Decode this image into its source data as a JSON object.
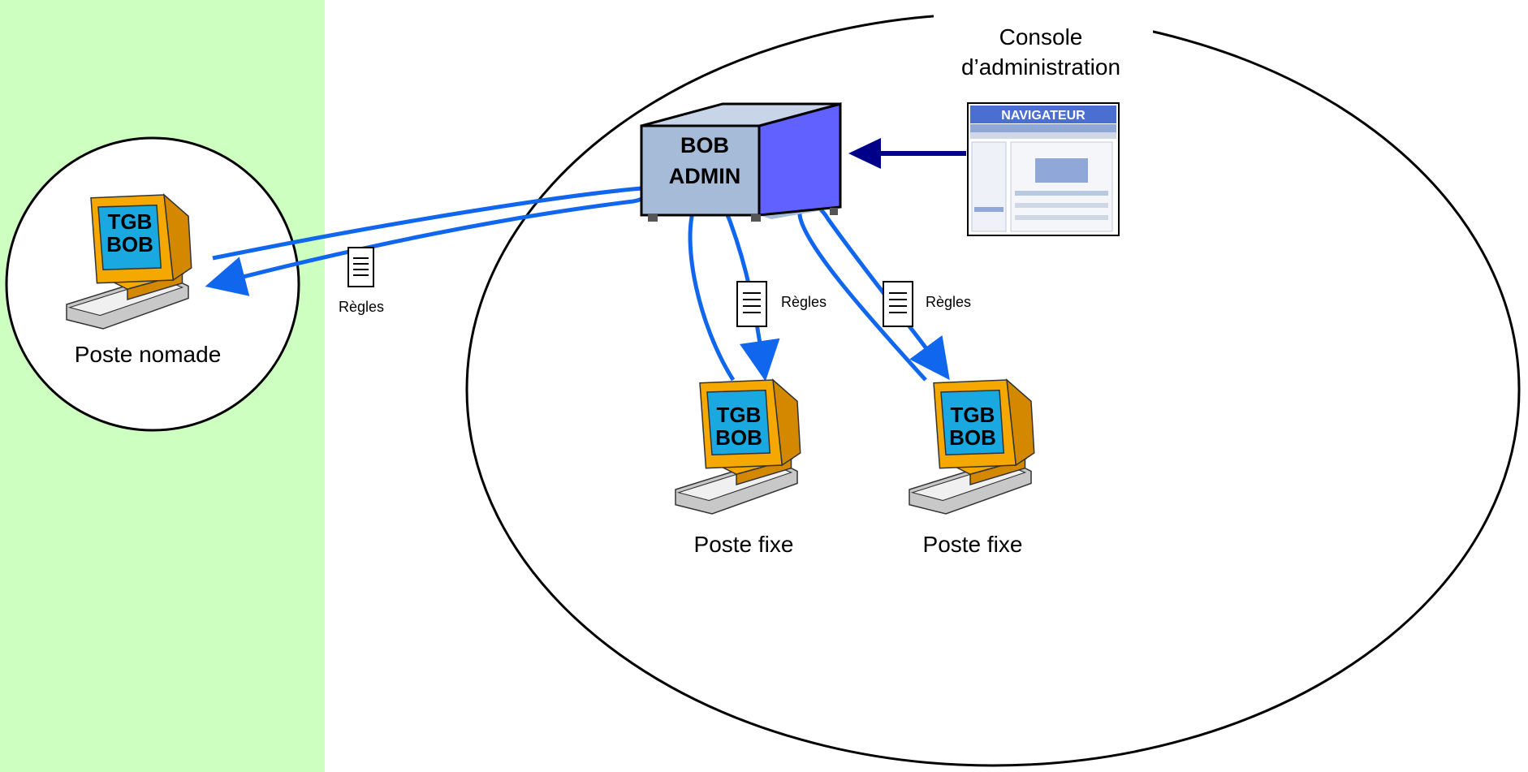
{
  "colors": {
    "green_panel": "#ccffc0",
    "arrow_blue": "#1166ee",
    "arrow_dark": "#000088",
    "monitor_orange": "#f5a800",
    "screen_blue": "#1aa8e0",
    "server_front": "#a6bbd8",
    "server_side": "#6161ff"
  },
  "server": {
    "line1": "BOB",
    "line2": "ADMIN"
  },
  "console": {
    "label_line1": "Console",
    "label_line2": "d’administration",
    "browser_title": "NAVIGATEUR"
  },
  "nomad": {
    "screen_line1": "TGB",
    "screen_line2": "BOB",
    "label": "Poste nomade",
    "rules_label": "Règles"
  },
  "fixed1": {
    "screen_line1": "TGB",
    "screen_line2": "BOB",
    "label": "Poste fixe",
    "rules_label": "Règles"
  },
  "fixed2": {
    "screen_line1": "TGB",
    "screen_line2": "BOB",
    "label": "Poste fixe",
    "rules_label": "Règles"
  }
}
